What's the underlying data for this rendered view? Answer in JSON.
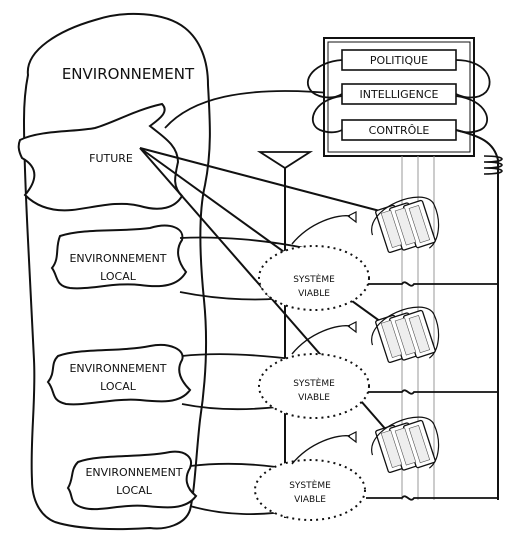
{
  "environment": {
    "title": "ENVIRONNEMENT",
    "future": "FUTURE",
    "local": [
      [
        "ENVIRONNEMENT",
        "LOCAL"
      ],
      [
        "ENVIRONNEMENT",
        "LOCAL"
      ],
      [
        "ENVIRONNEMENT",
        "LOCAL"
      ]
    ]
  },
  "metasystem": {
    "politique": "POLITIQUE",
    "intelligence": "INTELLIGENCE",
    "controle": "CONTRÔLE"
  },
  "operations": [
    [
      "SYSTÈME",
      "VIABLE"
    ],
    [
      "SYSTÈME",
      "VIABLE"
    ],
    [
      "SYSTÈME",
      "VIABLE"
    ]
  ]
}
